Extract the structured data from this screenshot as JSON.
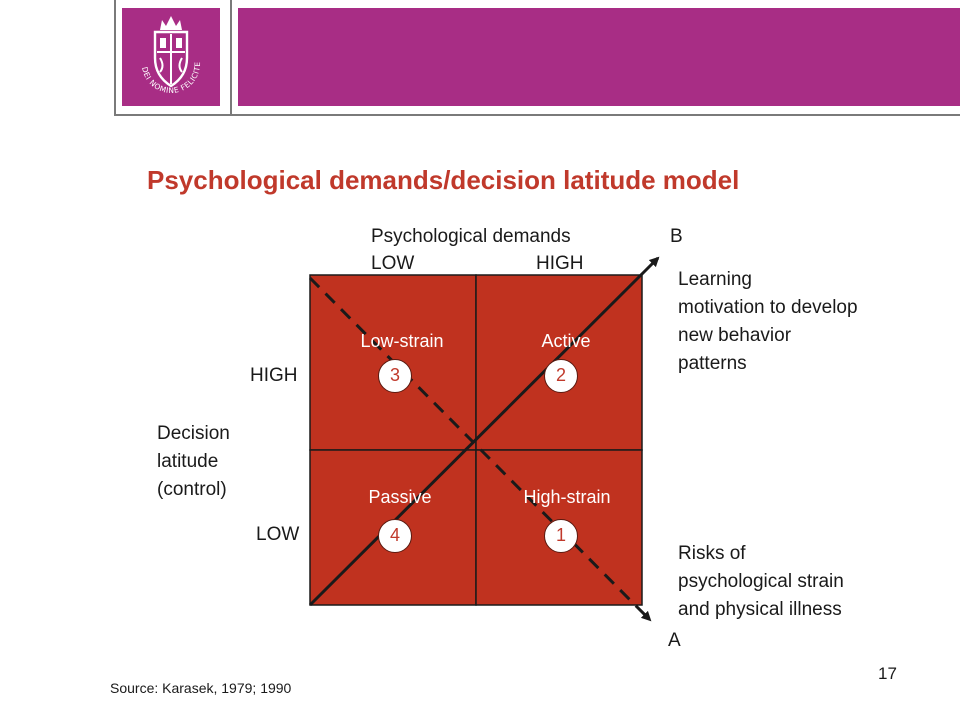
{
  "header": {
    "brand_color": "#a82d85",
    "logo_text": "IN DEI NOMINE FELICITER"
  },
  "title": "Psychological demands/decision latitude model",
  "diagram": {
    "fill_color": "#c0321f",
    "x_axis": {
      "label": "Psychological demands",
      "low": "LOW",
      "high": "HIGH"
    },
    "y_axis": {
      "label_lines": [
        "Decision",
        "latitude",
        "(control)"
      ],
      "high": "HIGH",
      "low": "LOW"
    },
    "quadrants": [
      {
        "label": "Low-strain",
        "number": "3"
      },
      {
        "label": "Active",
        "number": "2"
      },
      {
        "label": "Passive",
        "number": "4"
      },
      {
        "label": "High-strain",
        "number": "1"
      }
    ],
    "arrow_b": {
      "letter": "B",
      "caption_lines": [
        "Learning",
        "motivation to develop",
        "new behavior",
        "patterns"
      ]
    },
    "arrow_a": {
      "letter": "A",
      "caption_lines": [
        "Risks of",
        "psychological strain",
        "and physical illness"
      ]
    }
  },
  "footer": {
    "source": "Source: Karasek, 1979; 1990",
    "page_number": "17"
  }
}
